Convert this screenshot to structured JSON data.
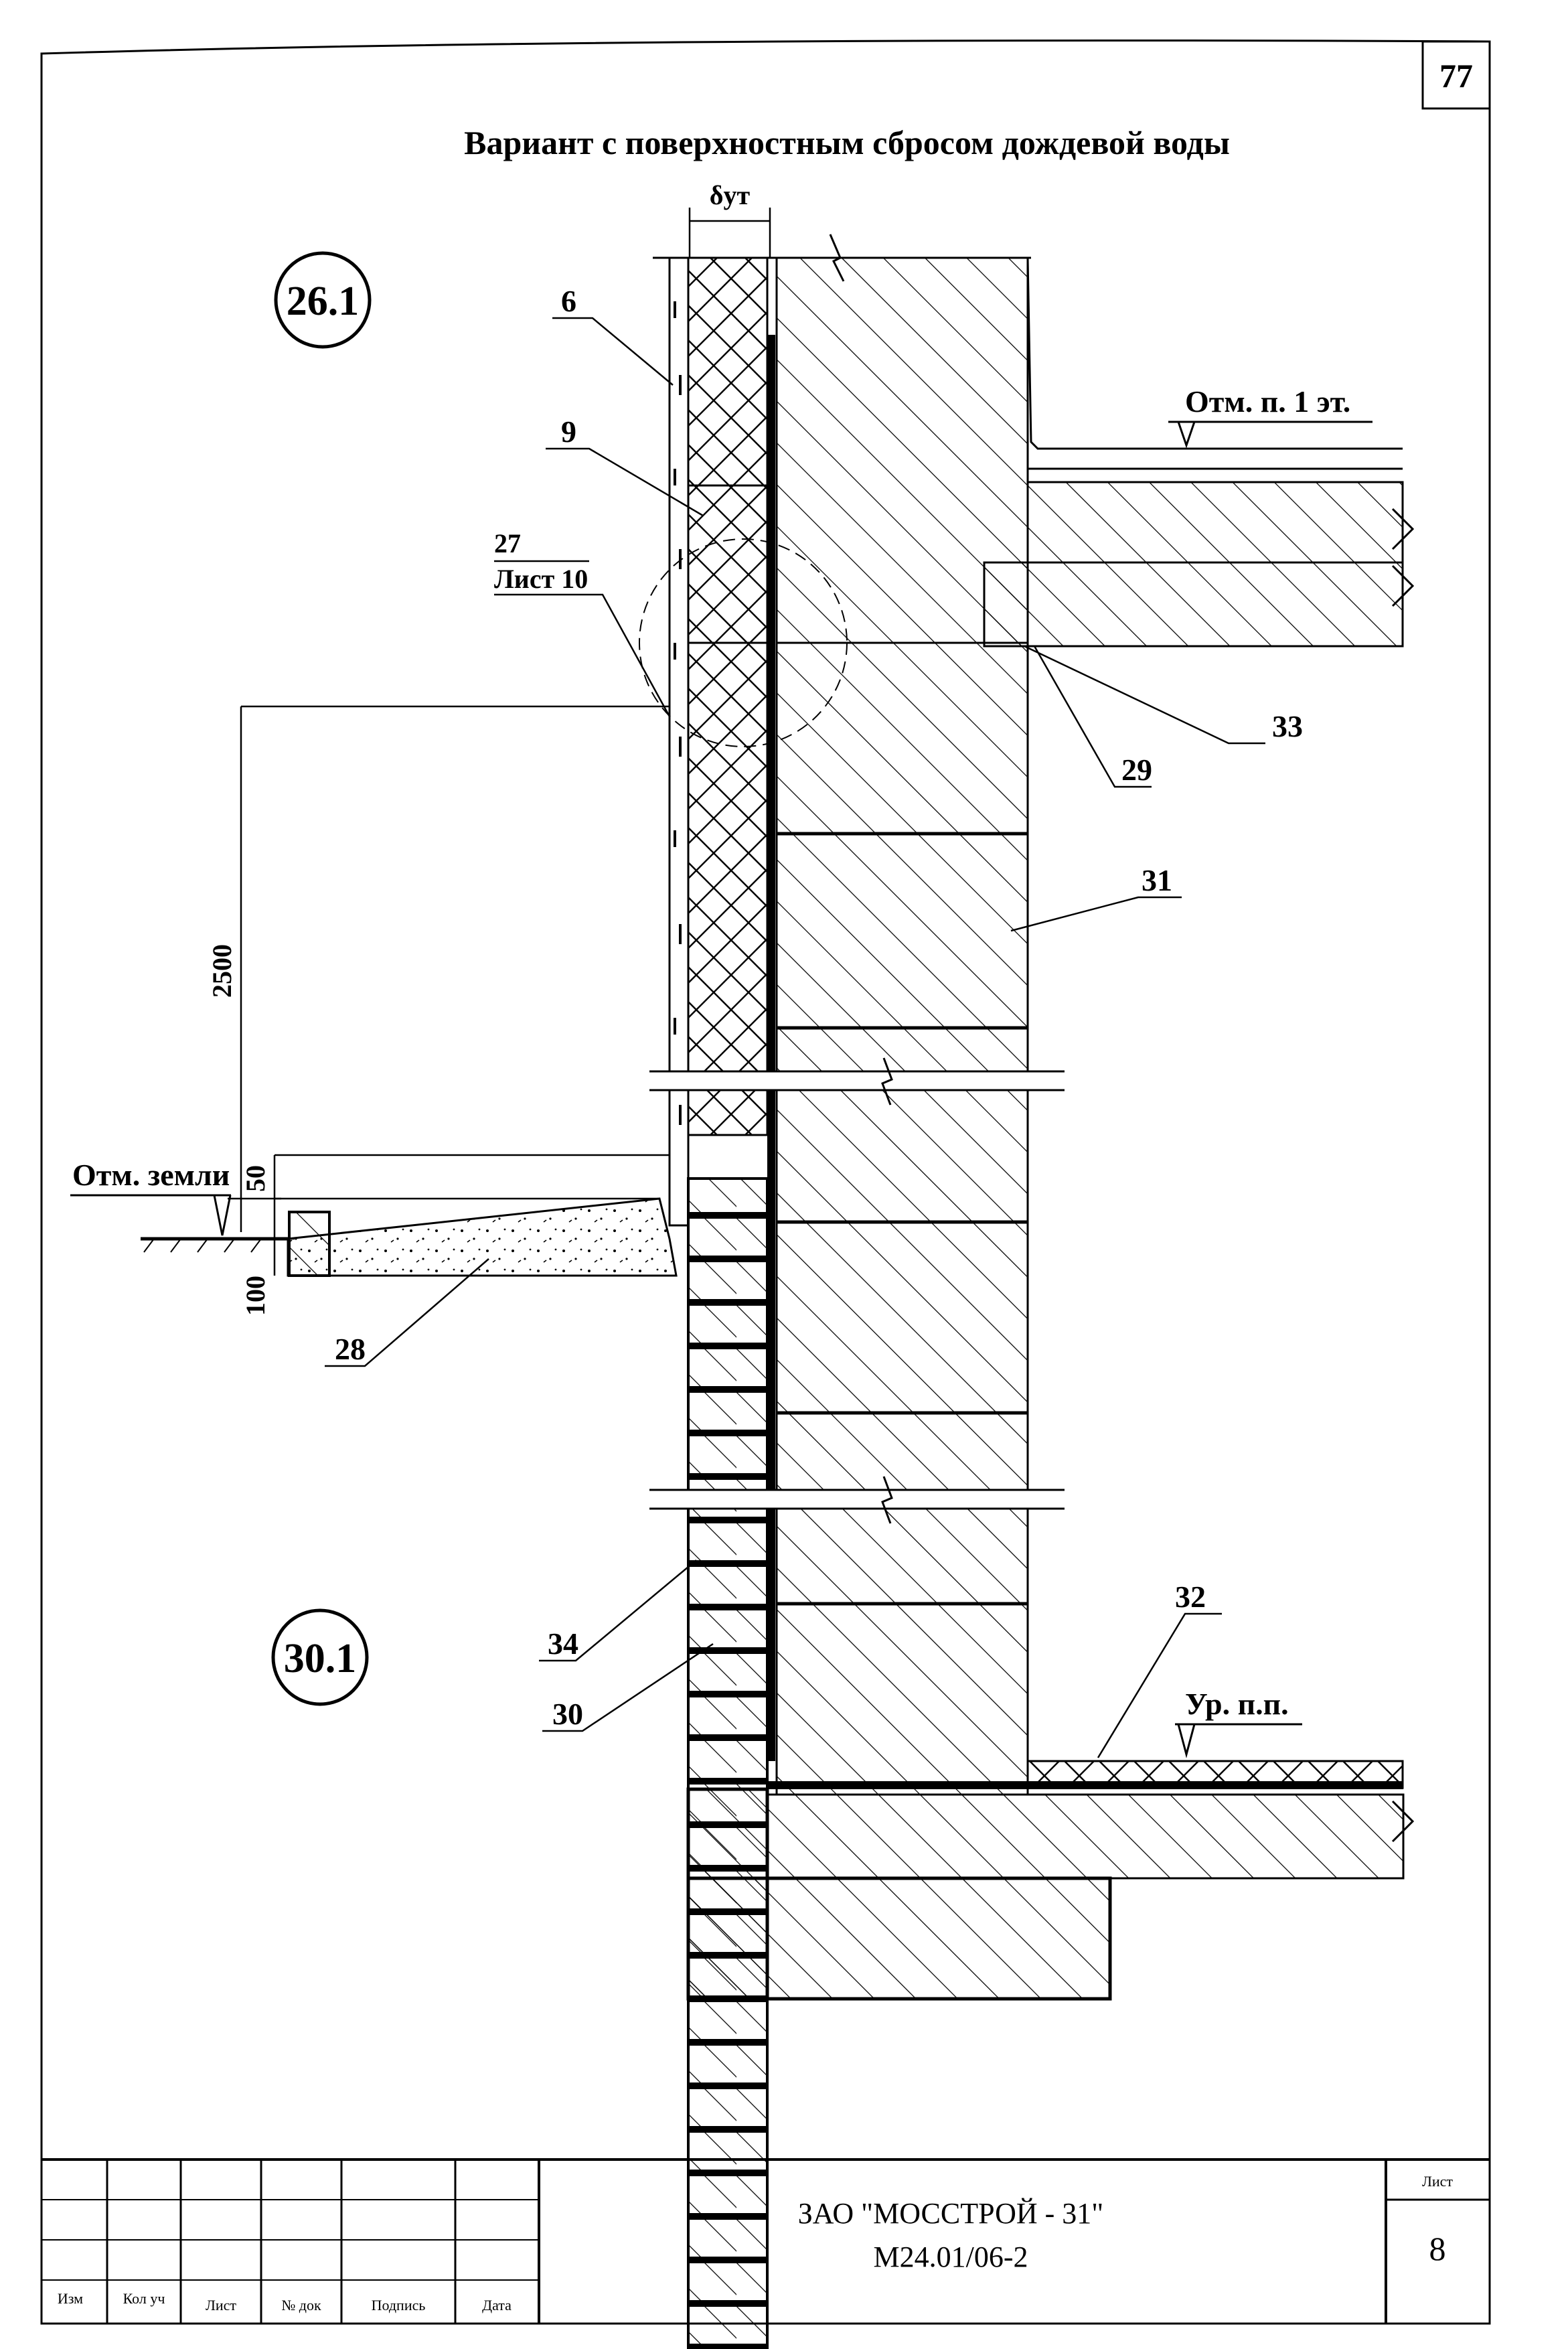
{
  "page_number": "77",
  "title": "Вариант с поверхностным сбросом дождевой воды",
  "detail_marks": {
    "upper": "26.1",
    "lower": "30.1"
  },
  "thickness_label": "δут",
  "callouts": {
    "c6": "6",
    "c9": "9",
    "c27_num": "27",
    "c27_ref": "Лист 10",
    "c28": "28",
    "c29": "29",
    "c30": "30",
    "c31": "31",
    "c32": "32",
    "c33": "33",
    "c34": "34"
  },
  "levels": {
    "floor1": "Отм. п. 1 эт.",
    "ground": "Отм. земли",
    "basement": "Ур. п.п."
  },
  "dimensions": {
    "d2500": "2500",
    "d50": "50",
    "d100": "100"
  },
  "title_block": {
    "col_izm": "Изм",
    "col_kol": "Кол уч",
    "col_list": "Лист",
    "col_doc": "№ док",
    "col_sign": "Подпись",
    "col_date": "Дата",
    "company": "ЗАО \"МОССТРОЙ - 31\"",
    "code": "М24.01/06-2",
    "sheet_label": "Лист",
    "sheet_number": "8"
  }
}
